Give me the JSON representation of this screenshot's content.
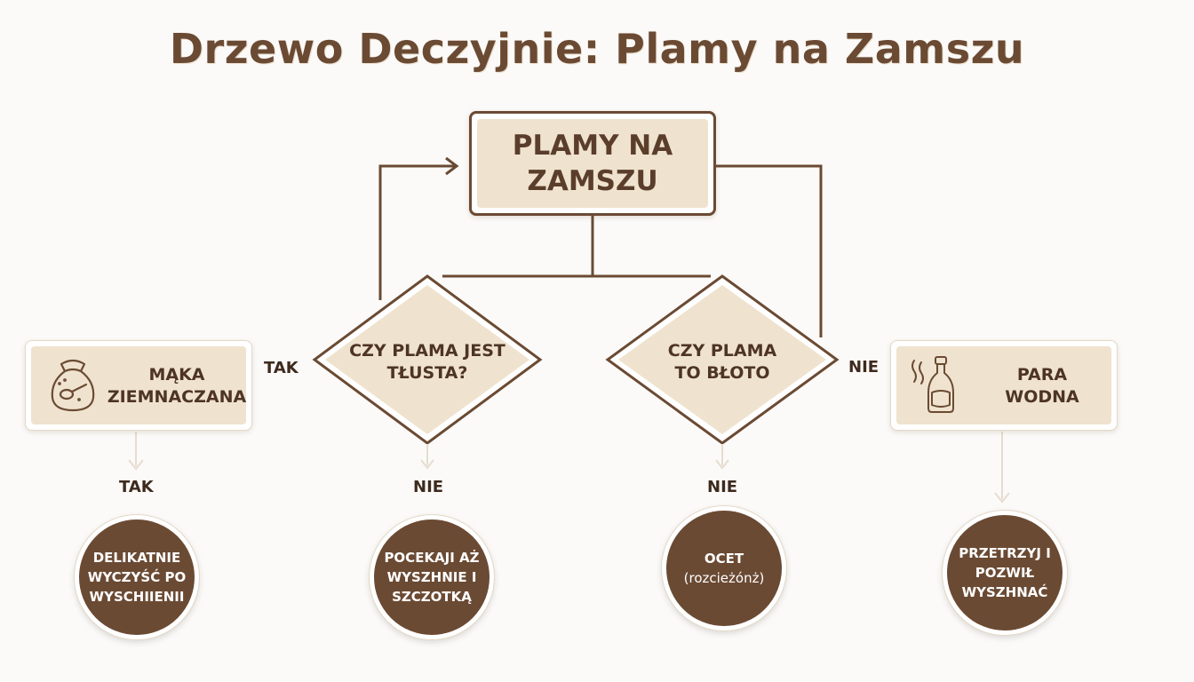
{
  "title": "Drzewo Deczyjnie: Plamy na Zamszu",
  "root": {
    "line1": "PLAMY NA",
    "line2": "ZAMSZU"
  },
  "decisions": [
    {
      "line1": "CZY PLAMA JEST",
      "line2": "TŁUSTA?"
    },
    {
      "line1": "CZY PLAMA",
      "line2": "TO BŁOTO"
    }
  ],
  "cards": [
    {
      "line1": "MĄKA",
      "line2": "ZIEMNACZANA",
      "icon": "flour-bag-icon"
    },
    {
      "line1": "PARA",
      "line2": "WODNA",
      "icon": "steam-bottle-icon"
    }
  ],
  "edge_labels": {
    "tak_side": "TAK",
    "nie_side": "NIE",
    "tak_under_card1": "TAK",
    "nie_under_decision1": "NIE",
    "nie_under_decision2": "NIE"
  },
  "outcomes": [
    {
      "lines": [
        "DELIKATNIE",
        "WYCZYŚĆ PO",
        "WYSCHIIENII"
      ]
    },
    {
      "lines": [
        "POCEKAJI AŻ",
        "WYSZHNIE I",
        "SZCZOTKĄ"
      ]
    },
    {
      "lines": [
        "OCET"
      ],
      "sub": "(rozcieżónż)"
    },
    {
      "lines": [
        "PRZETRZYJ I",
        "POZWIŁ",
        "WYSZHNAĆ"
      ]
    }
  ],
  "colors": {
    "brown": "#6b4a33",
    "beige": "#efe3cf",
    "background": "#fbfaf8"
  }
}
